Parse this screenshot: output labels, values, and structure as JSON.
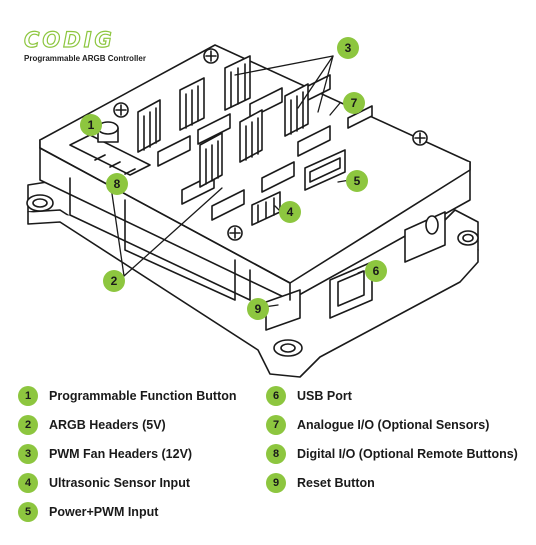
{
  "brand": {
    "logo": "CODIG",
    "subtitle": "Programmable ARGB Controller"
  },
  "colors": {
    "accent": "#8dc63f",
    "line": "#1a1a1a",
    "text": "#1a1a1a"
  },
  "callouts": [
    {
      "number": "1"
    },
    {
      "number": "2"
    },
    {
      "number": "3"
    },
    {
      "number": "4"
    },
    {
      "number": "5"
    },
    {
      "number": "6"
    },
    {
      "number": "7"
    },
    {
      "number": "8"
    },
    {
      "number": "9"
    }
  ],
  "legend": [
    {
      "number": "1",
      "label": "Programmable Function Button"
    },
    {
      "number": "2",
      "label": "ARGB Headers (5V)"
    },
    {
      "number": "3",
      "label": "PWM Fan Headers (12V)"
    },
    {
      "number": "4",
      "label": "Ultrasonic Sensor Input"
    },
    {
      "number": "5",
      "label": "Power+PWM Input"
    },
    {
      "number": "6",
      "label": "USB Port"
    },
    {
      "number": "7",
      "label": "Analogue I/O (Optional Sensors)"
    },
    {
      "number": "8",
      "label": "Digital I/O (Optional Remote Buttons)"
    },
    {
      "number": "9",
      "label": "Reset Button"
    }
  ]
}
